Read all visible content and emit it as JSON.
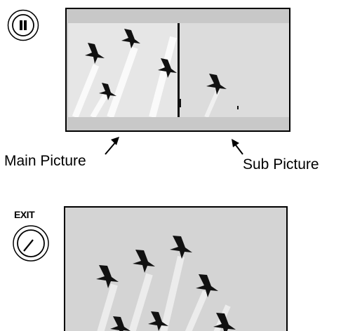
{
  "labels": {
    "main_picture": "Main Picture",
    "sub_picture": "Sub Picture",
    "exit": "EXIT"
  },
  "icons": {
    "pip": "pause-button-icon",
    "exit": "rotary-knob-icon",
    "arrow": "pointer-arrow-icon"
  },
  "colors": {
    "screen_bg": "#c8c8c8",
    "sky": "#e6e6e6",
    "aircraft": "#111111"
  }
}
